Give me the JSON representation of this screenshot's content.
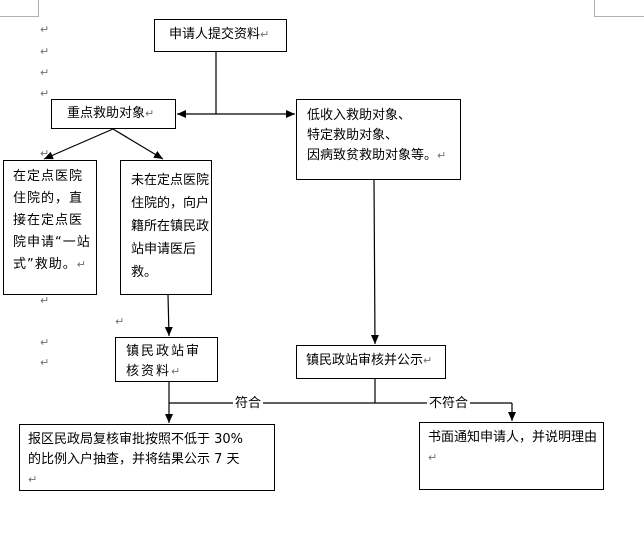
{
  "diagram": {
    "paragraph_mark": "↵",
    "nodes": {
      "submit": {
        "text": "申请人提交资料"
      },
      "key_targets": {
        "text": "重点救助对象"
      },
      "low_income": {
        "text": "低收入救助对象、\n特定救助对象、\n因病致贫救助对象等。"
      },
      "designated_hospital": {
        "text": "在定点医院住院的，直接在定点医院申请“一站式”救助。"
      },
      "non_designated": {
        "text": "未在定点医院住院的，向户籍所在镇民政站申请医后救。"
      },
      "town_review": {
        "text": "镇民政站审核资料"
      },
      "town_publicize": {
        "text": "镇民政站审核并公示"
      },
      "district_review": {
        "text": "报区民政局复核审批按照不低于 30%\n的比例入户抽查，并将结果公示 7 天"
      },
      "notify": {
        "text": "书面通知申请人，并说明理由"
      }
    },
    "edge_labels": {
      "qualified": "符合",
      "unqualified": "不符合"
    }
  }
}
